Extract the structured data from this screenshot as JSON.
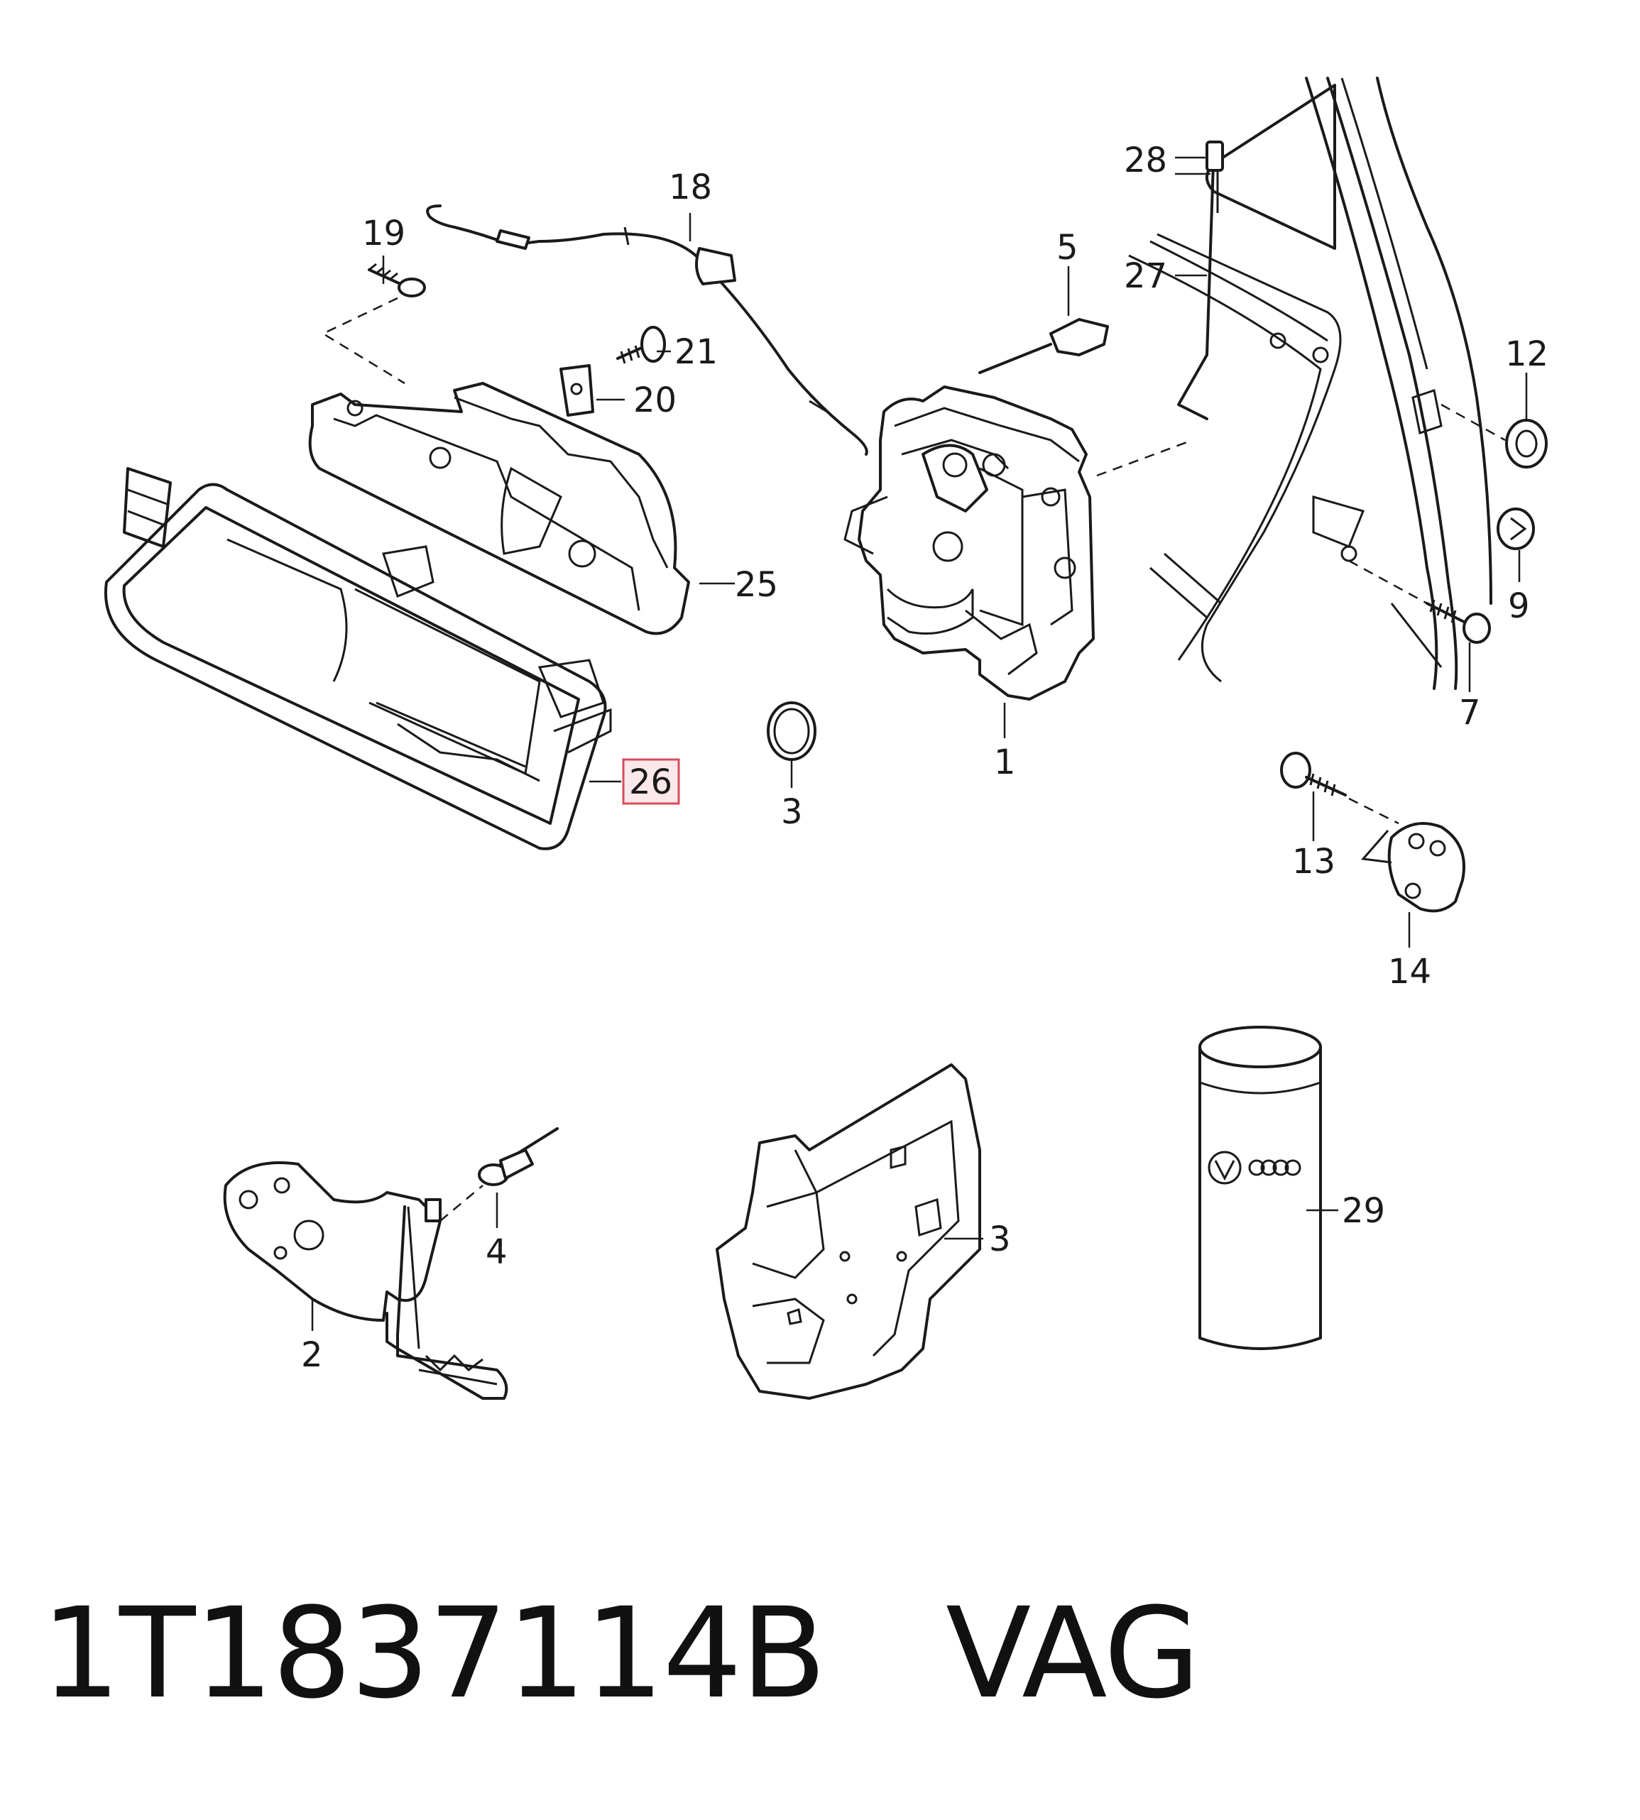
{
  "diagram": {
    "callouts": {
      "c1": "1",
      "c2": "2",
      "c3a": "3",
      "c3b": "3",
      "c4": "4",
      "c5": "5",
      "c7": "7",
      "c9": "9",
      "c12": "12",
      "c13": "13",
      "c14": "14",
      "c18": "18",
      "c19": "19",
      "c20": "20",
      "c21": "21",
      "c25": "25",
      "c26": "26",
      "c27": "27",
      "c28": "28",
      "c29": "29"
    },
    "highlighted_callout": "26",
    "highlight_color": "#d94c5c"
  },
  "footer": {
    "part_number": "1T1837114B",
    "brand": "VAG"
  }
}
